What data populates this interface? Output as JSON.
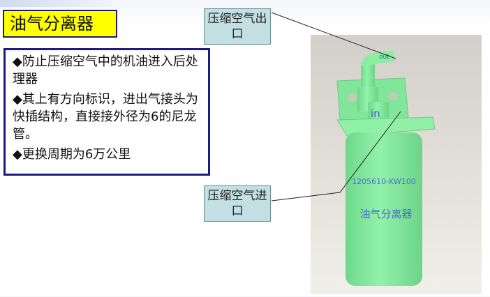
{
  "title": "油气分离器",
  "bullets": [
    "◆防止压缩空气中的机油进入后处理器",
    "◆其上有方向标识，进出气接头为快插结构，直接接外径为6的尼龙管。",
    "◆更换周期为6万公里"
  ],
  "callouts": {
    "outlet": "压缩空气出口",
    "inlet": "压缩空气进口"
  },
  "image": {
    "out_label": "out",
    "in_label": "in",
    "part_number": "1205610-KW100",
    "part_name": "油气分离器"
  },
  "colors": {
    "title_bg": "#ffff00",
    "border": "#1c1c80",
    "callout_bg": "#c2e0e3",
    "part_green": "#86ec9e"
  }
}
